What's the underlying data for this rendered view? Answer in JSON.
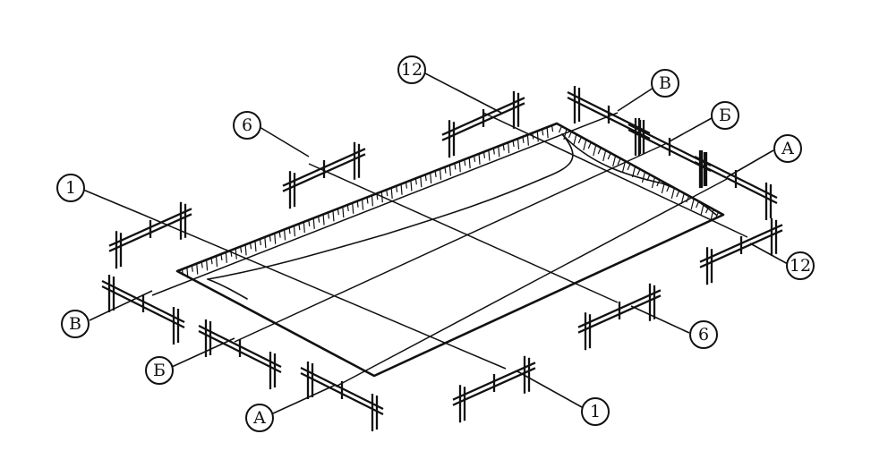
{
  "diagram": {
    "axis_labels": [
      {
        "id": "12-top",
        "text": "12"
      },
      {
        "id": "6-top",
        "text": "6"
      },
      {
        "id": "1-left",
        "text": "1"
      },
      {
        "id": "V-left",
        "text": "В"
      },
      {
        "id": "B-left",
        "text": "Б"
      },
      {
        "id": "A-bottom",
        "text": "А"
      },
      {
        "id": "1-bottom",
        "text": "1"
      },
      {
        "id": "6-right",
        "text": "6"
      },
      {
        "id": "12-right",
        "text": "12"
      },
      {
        "id": "A-right",
        "text": "А"
      },
      {
        "id": "B-right",
        "text": "Б"
      },
      {
        "id": "V-top",
        "text": "В"
      }
    ]
  }
}
